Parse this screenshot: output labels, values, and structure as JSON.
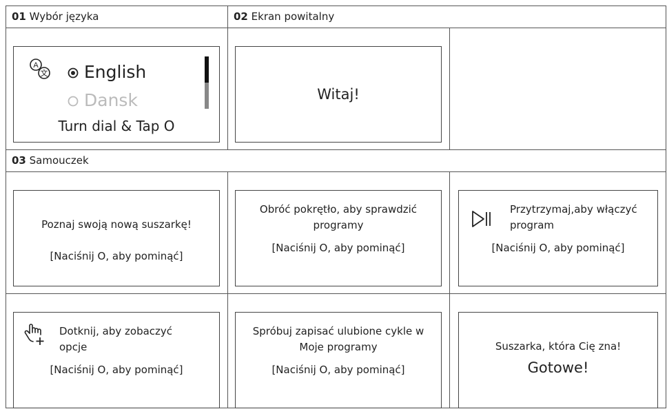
{
  "sections": {
    "s01": {
      "num": "01",
      "title": "Wybór języka"
    },
    "s02": {
      "num": "02",
      "title": "Ekran powitalny"
    },
    "s03": {
      "num": "03",
      "title": "Samouczek"
    }
  },
  "language_screen": {
    "selected": "English",
    "other": "Dansk",
    "hint": "Turn dial & Tap O"
  },
  "welcome_screen": {
    "text": "Witaj!"
  },
  "tutorial": {
    "s1": {
      "line": "Poznaj swoją nową suszarkę!",
      "skip": "[Naciśnij O, aby pominąć]"
    },
    "s2": {
      "line1": "Obróć pokrętło, aby sprawdzić",
      "line2": "programy",
      "skip": "[Naciśnij O, aby pominąć]"
    },
    "s3": {
      "line1": "Przytrzymaj,aby włączyć",
      "line2": "program",
      "skip": "[Naciśnij O, aby pominąć]",
      "icon": "play-pause-icon"
    },
    "s4": {
      "line1": "Dotknij, aby zobaczyć",
      "line2": "opcje",
      "skip": "[Naciśnij O, aby pominąć]",
      "icon": "touch-plus-icon"
    },
    "s5": {
      "line1": "Spróbuj zapisać ulubione cykle w",
      "line2": "Moje programy",
      "skip": "[Naciśnij O, aby pominąć]"
    },
    "s6": {
      "line1": "Suszarka, która Cię zna!",
      "line2": "Gotowe!"
    }
  }
}
